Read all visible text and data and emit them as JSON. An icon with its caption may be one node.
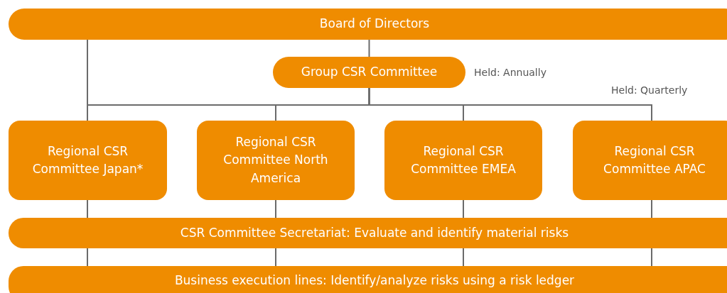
{
  "diagram": {
    "nodes": [
      {
        "text": [
          "Board of Directors"
        ]
      },
      {
        "text": [
          "Group CSR Committee"
        ],
        "beside": [
          "Held: Annually"
        ]
      },
      {
        "text": [
          "Regional CSR Committee Japan*"
        ]
      },
      {
        "text": [
          "Regional CSR Committee North America"
        ]
      },
      {
        "text": [
          "Regional CSR Committee EMEA"
        ]
      },
      {
        "text": [
          "Regional CSR Committee APAC"
        ]
      },
      {
        "text": [
          "CSR Committee Secretariat: Evaluate and identify material risks"
        ]
      },
      {
        "text": [
          "Business execution lines: Identify/analyze risks using a risk ledger"
        ]
      }
    ],
    "edges": [
      {
        "from": 0,
        "to": 1,
        "arrow": "none"
      },
      {
        "from": 0,
        "to": 2,
        "arrow": "none"
      },
      {
        "from": 1,
        "to": 2,
        "arrow": "none"
      },
      {
        "from": 1,
        "to": 3,
        "arrow": "none"
      },
      {
        "from": 1,
        "to": 4,
        "arrow": "none"
      },
      {
        "from": 1,
        "to": 5,
        "arrow": "none"
      },
      {
        "from": 2,
        "to": 6,
        "arrow": "none"
      },
      {
        "from": 3,
        "to": 6,
        "arrow": "none"
      },
      {
        "from": 4,
        "to": 6,
        "arrow": "none"
      },
      {
        "from": 5,
        "to": 6,
        "arrow": "none"
      },
      {
        "from": 6,
        "to": 7,
        "arrow": "none"
      },
      {
        "from": 6,
        "to": 7,
        "arrow": "none"
      },
      {
        "from": 6,
        "to": 7,
        "arrow": "none"
      },
      {
        "from": 6,
        "to": 7,
        "arrow": "none"
      }
    ],
    "labels": [
      "Held: Quarterly"
    ]
  }
}
